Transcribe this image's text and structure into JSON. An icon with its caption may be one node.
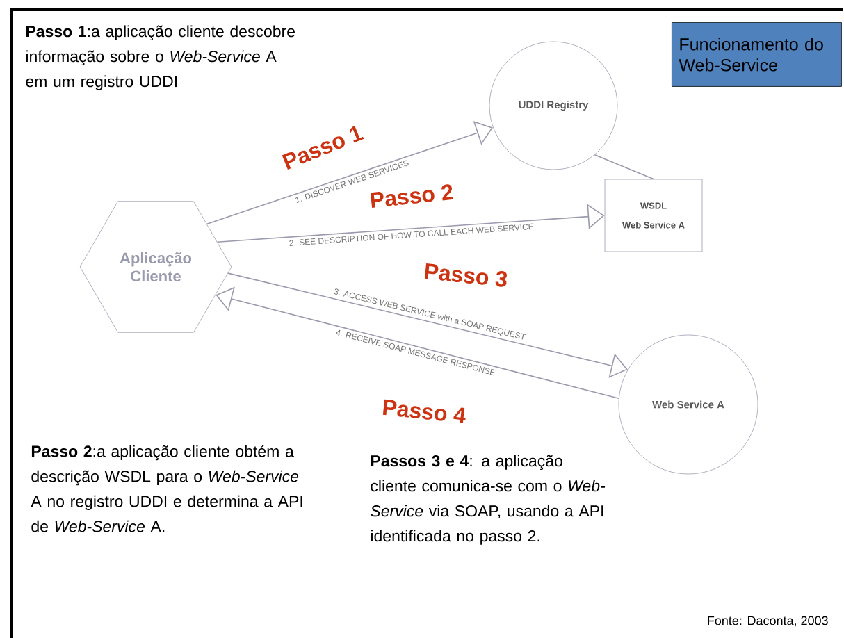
{
  "diagram": {
    "title": "Funcionamento do Web-Service",
    "caption": "Fonte: Daconta, 2003",
    "nodes": [
      {
        "text": [
          "Aplicação Cliente"
        ]
      },
      {
        "text": [
          "UDDI Registry"
        ]
      },
      {
        "text": [
          "WSDL",
          "Web Service A"
        ]
      },
      {
        "text": [
          "Web Service A"
        ]
      }
    ],
    "edges": [
      {
        "from": 0,
        "to": 1,
        "arrow": "to",
        "label": "1. DISCOVER WEB SERVICES"
      },
      {
        "from": 0,
        "to": 2,
        "arrow": "to",
        "label": "2. SEE DESCRIPTION OF HOW TO CALL EACH WEB SERVICE"
      },
      {
        "from": 0,
        "to": 3,
        "arrow": "to",
        "label": "3. ACCESS WEB SERVICE with a SOAP REQUEST"
      },
      {
        "from": 3,
        "to": 0,
        "arrow": "to",
        "label": "4. RECEIVE SOAP MESSAGE RESPONSE"
      },
      {
        "from": 1,
        "to": 2,
        "arrow": "none"
      }
    ],
    "labels": [
      "**Passo 1**:a aplicação cliente descobre informação sobre o *Web-Service* A em um registro UDDI",
      "Passo 1",
      "Passo 2",
      "Passo 3",
      "Passo 4",
      "**Passo 2**:a aplicação cliente obtém a descrição WSDL para o *Web-Service* A no registro UDDI e determina a API de *Web-Service* A.",
      "**Passos 3 e 4**: a aplicação cliente comunica-se com o *Web-Service* via SOAP, usando a API identificada no passo 2."
    ]
  }
}
